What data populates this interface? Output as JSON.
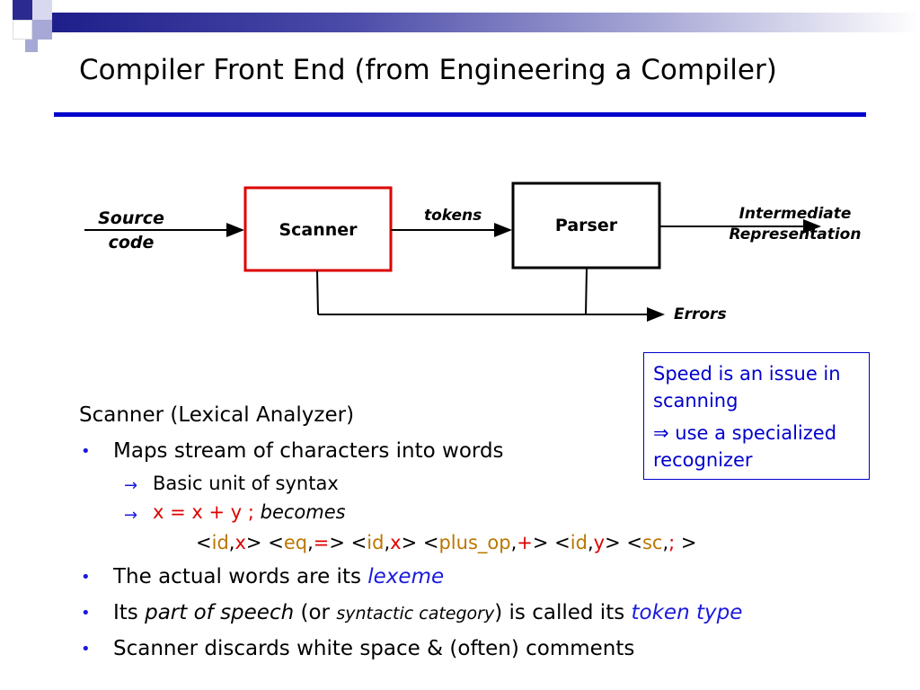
{
  "title": "Compiler Front End (from Engineering a Compiler)",
  "diagram": {
    "source_label_1": "Source",
    "source_label_2": "code",
    "scanner": "Scanner",
    "tokens": "tokens",
    "parser": "Parser",
    "ir_label_1": "Intermediate",
    "ir_label_2": "Representation",
    "errors": "Errors"
  },
  "callout": {
    "line1": "Speed is an issue in scanning",
    "line2": "⇒ use a specialized recognizer"
  },
  "content": {
    "heading": "Scanner (Lexical Analyzer)",
    "bullet1": "Maps stream of characters into words",
    "sub1": "Basic unit of syntax",
    "sub2_code": "x = x + y ;",
    "sub2_tail": "becomes",
    "tokens_line": [
      {
        "open": "<",
        "cat": "id",
        "sep": ",",
        "lex": "x",
        "close": ">"
      },
      {
        "open": "<",
        "cat": "eq",
        "sep": ",",
        "lex": "=",
        "close": ">"
      },
      {
        "open": "<",
        "cat": "id",
        "sep": ",",
        "lex": "x",
        "close": ">"
      },
      {
        "open": "<",
        "cat": "plus_op",
        "sep": ",",
        "lex": "+",
        "close": ">"
      },
      {
        "open": "<",
        "cat": "id",
        "sep": ",",
        "lex": "y",
        "close": ">"
      },
      {
        "open": "<",
        "cat": "sc",
        "sep": ",",
        "lex": ";",
        "close": " >"
      }
    ],
    "bullet2_a": "The actual words are its",
    "bullet2_b": "lexeme",
    "bullet3_a": "Its",
    "bullet3_b": "part of speech",
    "bullet3_c": "(or",
    "bullet3_d": "syntactic category",
    "bullet3_e": ") is called its",
    "bullet3_f": "token type",
    "bullet4": "Scanner discards white space & (often) comments"
  },
  "colors": {
    "accent_blue": "#0000cc",
    "red": "#dd0000",
    "orange": "#bb7700"
  }
}
